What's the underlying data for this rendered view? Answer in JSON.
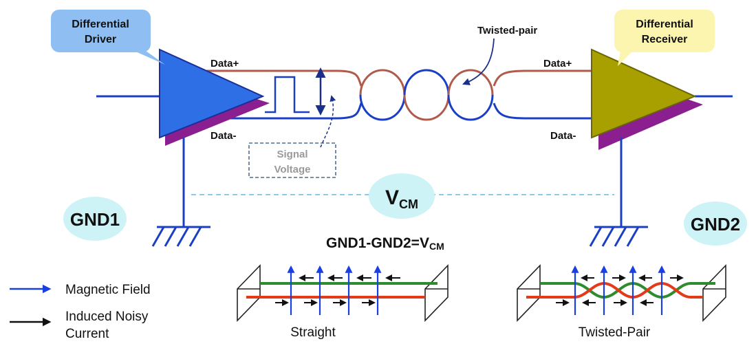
{
  "labels": {
    "driver_line1": "Differential",
    "driver_line2": "Driver",
    "receiver_line1": "Differential",
    "receiver_line2": "Receiver",
    "data_plus_left": "Data+",
    "data_minus_left": "Data-",
    "data_plus_right": "Data+",
    "data_minus_right": "Data-",
    "twisted_pair": "Twisted-pair",
    "signal_line1": "Signal",
    "signal_line2": "Voltage",
    "vcm_main": "V",
    "vcm_sub": "CM",
    "gnd1": "GND1",
    "gnd2": "GND2",
    "equation_main": "GND1-GND2=V",
    "equation_sub": "CM",
    "straight": "Straight",
    "twisted_pair_caption": "Twisted-Pair"
  },
  "legend": {
    "magnetic_field": "Magnetic Field",
    "induced_line1": "Induced Noisy",
    "induced_line2": "Current"
  },
  "colors": {
    "driver_fill": "#2f6fe6",
    "receiver_fill": "#a8a000",
    "shadow": "#8b1f8f",
    "wire_plus": "#b05b4b",
    "wire_minus": "#1a3fc4",
    "callout_driver": "#8fbff2",
    "callout_receiver": "#fbf5b0",
    "gnd_bubble": "#cdf3f7",
    "green_wire": "#2e8b2e",
    "red_wire": "#e53a1a",
    "field_arrow": "#1a3fe0"
  }
}
